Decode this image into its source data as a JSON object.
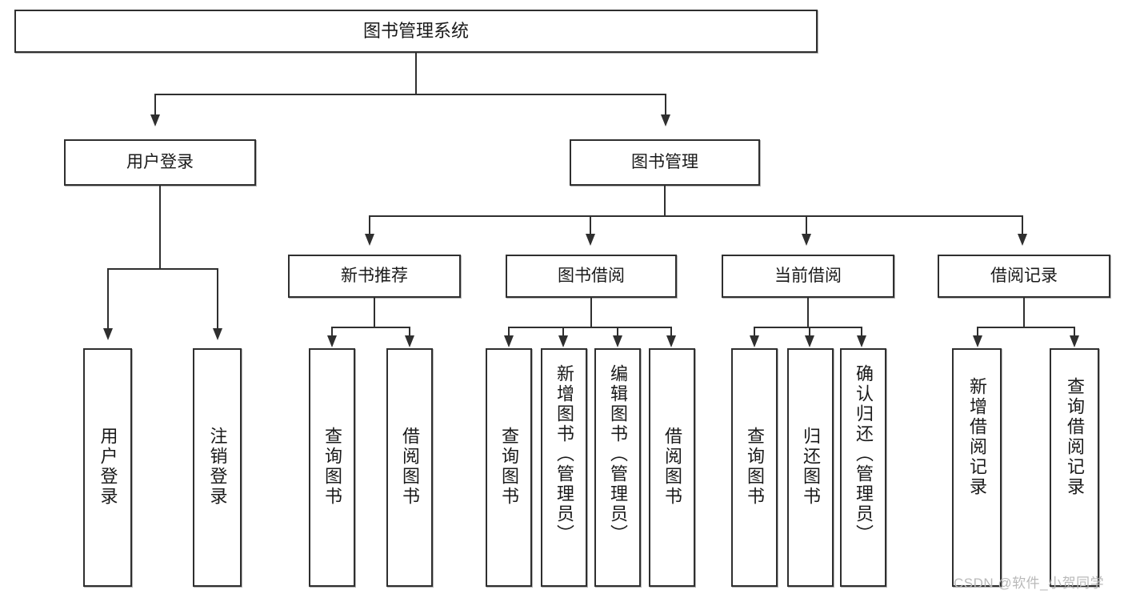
{
  "diagram": {
    "type": "tree-hierarchy-chart",
    "title": "图书管理系统",
    "colors": {
      "box_border": "#2f2f2f",
      "box_fill": "#ffffff",
      "connector": "#2f2f2f",
      "text": "#1a1a1a",
      "watermark": "#b9b9b9",
      "background": "#ffffff"
    },
    "root": {
      "label": "图书管理系统"
    },
    "level2": [
      {
        "label": "用户登录"
      },
      {
        "label": "图书管理"
      }
    ],
    "level3": [
      {
        "label": "新书推荐"
      },
      {
        "label": "图书借阅"
      },
      {
        "label": "当前借阅"
      },
      {
        "label": "借阅记录"
      }
    ],
    "leaves": {
      "user_login": [
        {
          "label": "用户登录"
        },
        {
          "label": "注销登录"
        }
      ],
      "new_book_recommend": [
        {
          "label": "查询图书"
        },
        {
          "label": "借阅图书"
        }
      ],
      "book_borrow": [
        {
          "label": "查询图书"
        },
        {
          "label": "新增图书（管理员）"
        },
        {
          "label": "编辑图书（管理员）"
        },
        {
          "label": "借阅图书"
        }
      ],
      "current_borrow": [
        {
          "label": "查询图书"
        },
        {
          "label": "归还图书"
        },
        {
          "label": "确认归还（管理员）"
        }
      ],
      "borrow_records": [
        {
          "label": "新增借阅记录"
        },
        {
          "label": "查询借阅记录"
        }
      ]
    }
  },
  "watermark": {
    "text": "CSDN @软件_小贺同学"
  }
}
